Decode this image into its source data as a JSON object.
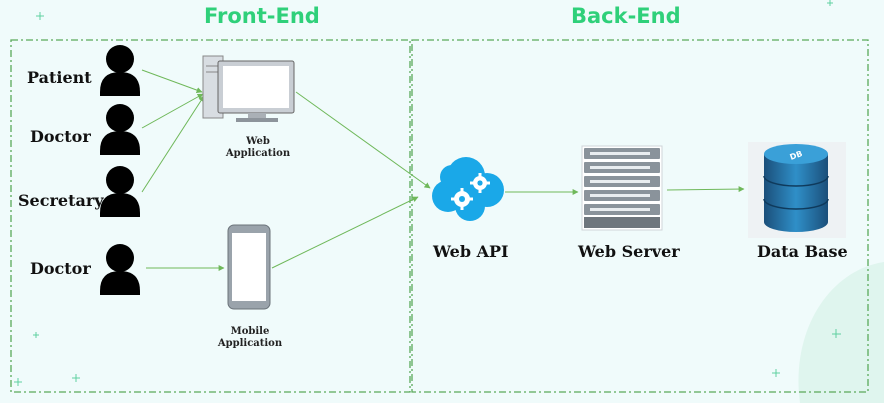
{
  "sections": {
    "front_end": "Front-End",
    "back_end": "Back-End"
  },
  "actors": [
    {
      "label": "Patient"
    },
    {
      "label": "Doctor"
    },
    {
      "label": "Secretary"
    },
    {
      "label": "Doctor"
    }
  ],
  "nodes": {
    "web_app_line1": "Web",
    "web_app_line2": "Application",
    "mobile_app_line1": "Mobile",
    "mobile_app_line2": "Application",
    "web_api": "Web API",
    "web_server": "Web Server",
    "database": "Data Base",
    "db_badge": "DB"
  },
  "colors": {
    "accent": "#2fd07a",
    "boundary": "#5aa95a",
    "arrow": "#6fb85a",
    "cloud": "#1aa8e8",
    "db": "#1f6fa3"
  }
}
